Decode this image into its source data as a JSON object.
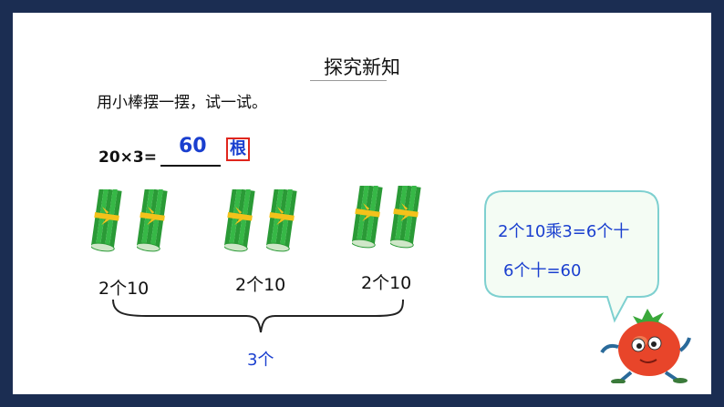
{
  "slide": {
    "title": "探究新知",
    "instruction": "用小棒摆一摆，试一试。",
    "equation": "20×3=",
    "answer": "60",
    "unit": "根",
    "groups": [
      {
        "label": "2个10"
      },
      {
        "label": "2个10"
      },
      {
        "label": "2个10"
      }
    ],
    "times_label": "3个",
    "bubble": {
      "line1": "2个10乘3=6个十",
      "line2": "6个十=60"
    },
    "colors": {
      "frame": "#1b2d52",
      "stick_green": "#2ea83a",
      "answer_blue": "#1a3fcf",
      "unit_border": "#e0261d",
      "bubble_border": "#7ed0d0",
      "bubble_fill": "#f4fcf4"
    },
    "icons": [
      "stick-bundle-icon",
      "curly-brace-icon",
      "tomato-mascot-icon"
    ]
  }
}
